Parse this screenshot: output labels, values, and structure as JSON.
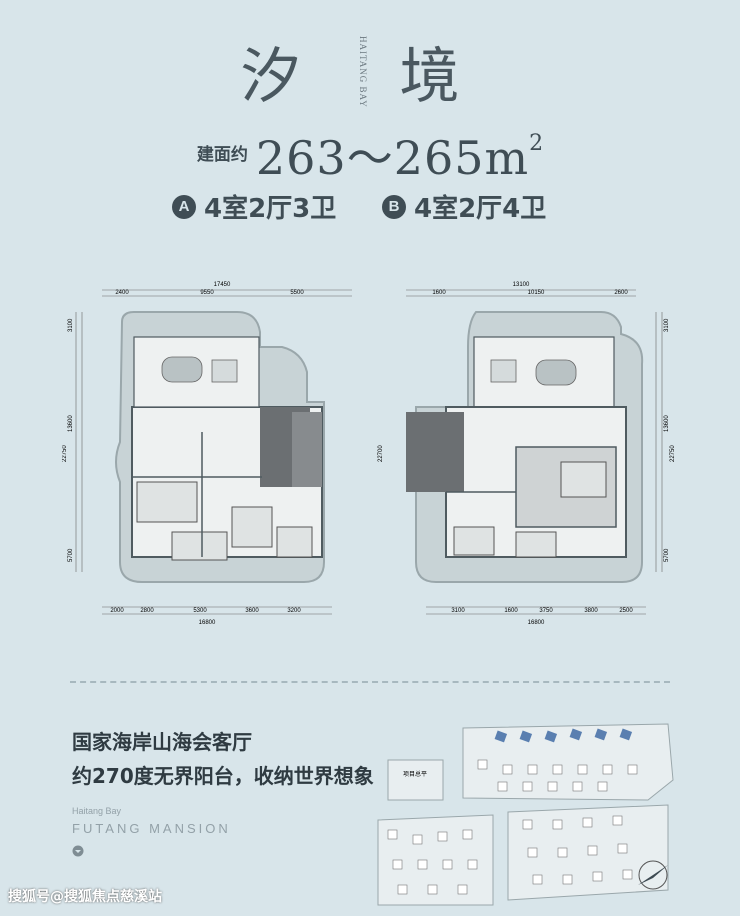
{
  "title": "汐 境",
  "title_en": "HAITANG BAY",
  "area": {
    "prefix": "建面约",
    "value": "263～265m",
    "sup": "2"
  },
  "types": [
    {
      "badge": "A",
      "text": "4室2厅3卫"
    },
    {
      "badge": "B",
      "text": "4室2厅4卫"
    }
  ],
  "plan_a": {
    "top_total": "17450",
    "top_segments": [
      "2400",
      "9550",
      "5500"
    ],
    "bottom_segments": [
      "2000",
      "2800",
      "5300",
      "3600",
      "3200"
    ],
    "bottom_total": "16800",
    "left_segments": [
      "3100",
      "13600",
      "5700"
    ],
    "left_total": "22750"
  },
  "plan_b": {
    "top_total": "13100",
    "top_segments": [
      "1600",
      "10150",
      "2600"
    ],
    "bottom_segments": [
      "3100",
      "1600",
      "3750",
      "3800",
      "2500"
    ],
    "bottom_total": "16800",
    "right_segments": [
      "3100",
      "13600",
      "5700"
    ],
    "right_total": "22750",
    "left_total": "22700"
  },
  "headline1": "国家海岸山海会客厅",
  "headline2": "约270度无界阳台，收纳世界想象",
  "en1": "Haitang Bay",
  "en2": "FUTANG MANSION",
  "site_label": "项目总平",
  "watermark": "搜狐号@搜狐焦点慈溪站",
  "colors": {
    "bg": "#d8e5ea",
    "ink": "#3d4a52",
    "wall": "#4f5b60",
    "core": "#6b6f72",
    "highlight": "#5a7fb0"
  }
}
